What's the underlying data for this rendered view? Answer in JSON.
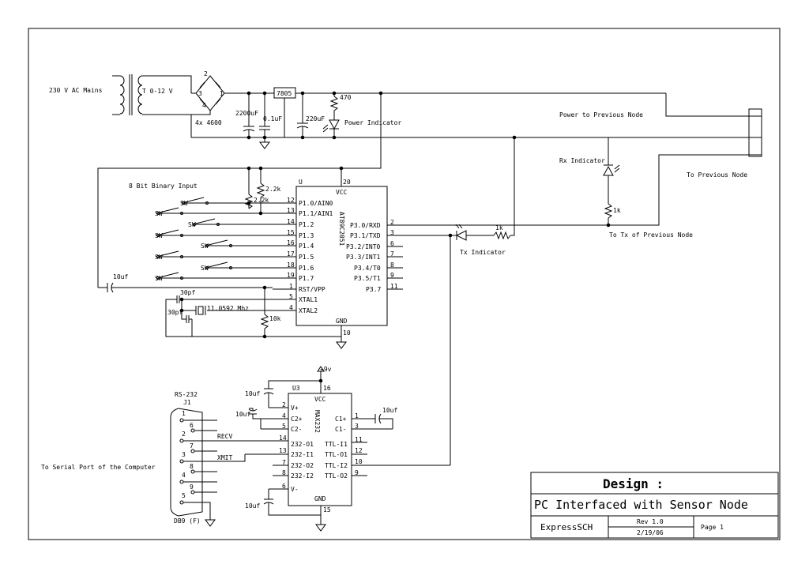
{
  "labels": {
    "mains": "230 V AC Mains",
    "transformer": "T 0-12 V",
    "bridge": "4x 4600",
    "regulator": "7805",
    "c1": "2200uF",
    "c2": "0.1uF",
    "c3": "220uF",
    "r470": "470",
    "power_indicator": "Power Indicator",
    "power_prev": "Power to Previous Node",
    "to_prev": "To Previous Node",
    "rx_indicator": "Rx Indicator",
    "r1k_rx": "1k",
    "to_tx_prev": "To Tx of Previous Node",
    "tx_indicator": "Tx Indicator",
    "r1k_tx": "1k",
    "binary_input": "8 Bit Binary Input",
    "r22a": "2.2k",
    "r22b": "2.2k",
    "u_label": "U",
    "c10uf": "10uf",
    "c30a": "30pf",
    "c30b": "30pf",
    "crystal": "11.0592 Mhz",
    "r10k": "10k",
    "sw": "SW",
    "rs232": "RS-232",
    "j1": "J1",
    "recv": "RECV",
    "xmit": "XMIT",
    "serial_port": "To Serial Port of the Computer",
    "db9": "DB9 (F)",
    "plus9v": "+9v",
    "u3": "U3"
  },
  "mcu": {
    "name": "AT89C2051",
    "vcc": "VCC",
    "gnd": "GND",
    "vcc_pin": "20",
    "gnd_pin": "10",
    "left_pins": [
      {
        "num": "12",
        "name": "P1.0/AIN0"
      },
      {
        "num": "13",
        "name": "P1.1/AIN1"
      },
      {
        "num": "14",
        "name": "P1.2"
      },
      {
        "num": "15",
        "name": "P1.3"
      },
      {
        "num": "16",
        "name": "P1.4"
      },
      {
        "num": "17",
        "name": "P1.5"
      },
      {
        "num": "18",
        "name": "P1.6"
      },
      {
        "num": "19",
        "name": "P1.7"
      },
      {
        "num": "1",
        "name": "RST/VPP"
      },
      {
        "num": "5",
        "name": "XTAL1"
      },
      {
        "num": "4",
        "name": "XTAL2"
      }
    ],
    "right_pins": [
      {
        "num": "2",
        "name": "P3.0/RXD"
      },
      {
        "num": "3",
        "name": "P3.1/TXD"
      },
      {
        "num": "6",
        "name": "P3.2/INT0"
      },
      {
        "num": "7",
        "name": "P3.3/INT1"
      },
      {
        "num": "8",
        "name": "P3.4/T0"
      },
      {
        "num": "9",
        "name": "P3.5/T1"
      },
      {
        "num": "11",
        "name": "P3.7"
      }
    ]
  },
  "max232": {
    "name": "MAX232",
    "vcc": "VCC",
    "gnd": "GND",
    "vcc_pin": "16",
    "gnd_pin": "15",
    "left_pins": [
      {
        "num": "2",
        "name": "V+"
      },
      {
        "num": "4",
        "name": "C2+"
      },
      {
        "num": "5",
        "name": "C2-"
      },
      {
        "num": "14",
        "name": "232-O1"
      },
      {
        "num": "13",
        "name": "232-I1"
      },
      {
        "num": "7",
        "name": "232-O2"
      },
      {
        "num": "8",
        "name": "232-I2"
      },
      {
        "num": "6",
        "name": "V-"
      }
    ],
    "right_pins": [
      {
        "num": "1",
        "name": "C1+"
      },
      {
        "num": "3",
        "name": "C1-"
      },
      {
        "num": "11",
        "name": "TTL-I1"
      },
      {
        "num": "12",
        "name": "TTL-O1"
      },
      {
        "num": "10",
        "name": "TTL-I2"
      },
      {
        "num": "9",
        "name": "TTL-O2"
      }
    ],
    "caps": [
      "10uf",
      "10uf",
      "10uf",
      "10uf"
    ]
  },
  "db9_pins": [
    "1",
    "6",
    "2",
    "7",
    "3",
    "8",
    "4",
    "9",
    "5"
  ],
  "bridge_pins": [
    "2",
    "3",
    "4",
    "1"
  ],
  "title_block": {
    "design": "Design :",
    "title": "PC Interfaced with Sensor Node",
    "tool": "ExpressSCH",
    "rev": "Rev 1.0",
    "date": "2/19/06",
    "page": "Page 1"
  }
}
